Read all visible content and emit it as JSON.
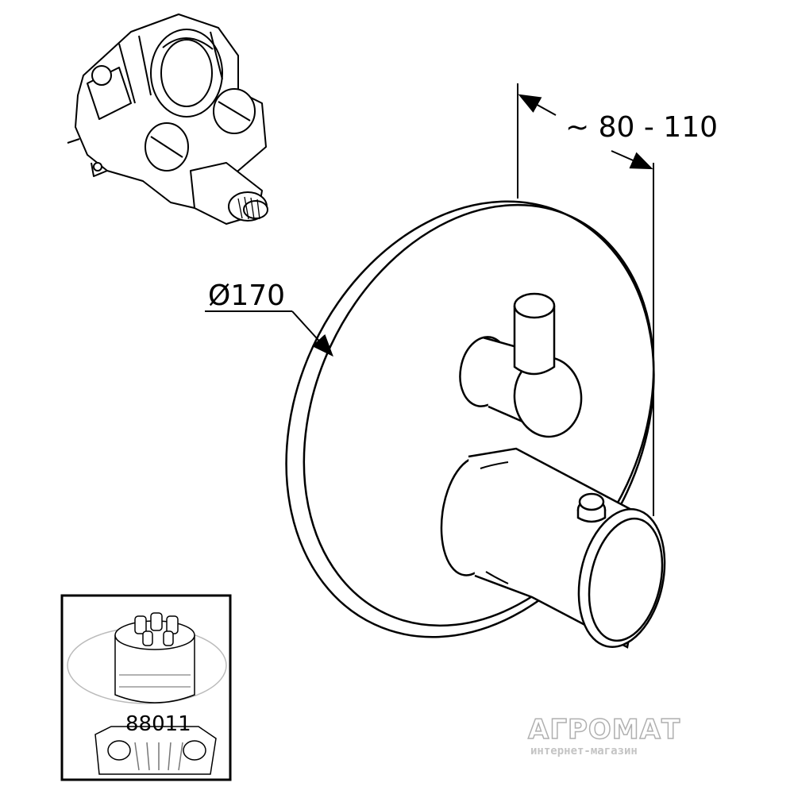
{
  "dimensions": {
    "depth_label": "~ 80 - 110",
    "diameter_label": "Ø170"
  },
  "inset": {
    "part_number": "88011"
  },
  "watermark": {
    "brand": "АГРОМАТ",
    "subtitle": "интернет-магазин"
  }
}
